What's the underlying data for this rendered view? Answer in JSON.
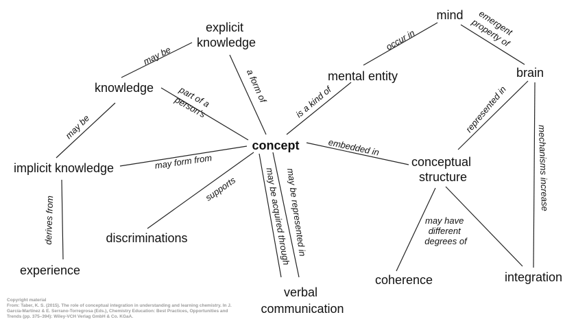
{
  "nodes": {
    "mind": "mind",
    "explicit_knowledge": [
      "explicit",
      "knowledge"
    ],
    "mental_entity": "mental entity",
    "brain": "brain",
    "knowledge": "knowledge",
    "concept": "concept",
    "implicit_knowledge": "implicit knowledge",
    "conceptual_structure": [
      "conceptual",
      "structure"
    ],
    "discriminations": "discriminations",
    "experience": "experience",
    "coherence": "coherence",
    "integration": "integration",
    "verbal_communication": [
      "verbal",
      "communication"
    ]
  },
  "links": {
    "may_be_top": "may be",
    "may_be_left": "may be",
    "occur_in": "occur in",
    "emergent_property_of": [
      "emergent",
      "property of"
    ],
    "a_form_of": "a form of",
    "part_of_persons": [
      "part of a",
      "person's"
    ],
    "is_a_kind_of": "is a kind of",
    "represented_in": "represented in",
    "embedded_in": "embedded in",
    "may_form_from": "may form from",
    "supports": "supports",
    "derives_from": "derives from",
    "may_be_represented_in": "may be represented in",
    "may_be_acquired_through": "may be acquired through",
    "mechanisms_increase": "mechanisms increase",
    "may_have_different_degrees_of": [
      "may have",
      "different",
      "degrees of"
    ]
  },
  "copyright": {
    "heading": "Copyright material",
    "citation": "From: Taber, K. S. (2015). The role of conceptual integration in understanding and learning chemistry. In J. García-Martínez & E. Serrano-Torregrosa (Eds.), Chemistry Education: Best Practices, Opportunities and Trends (pp. 375–394): Wiley-VCH Verlag GmbH & Co. KGaA."
  }
}
